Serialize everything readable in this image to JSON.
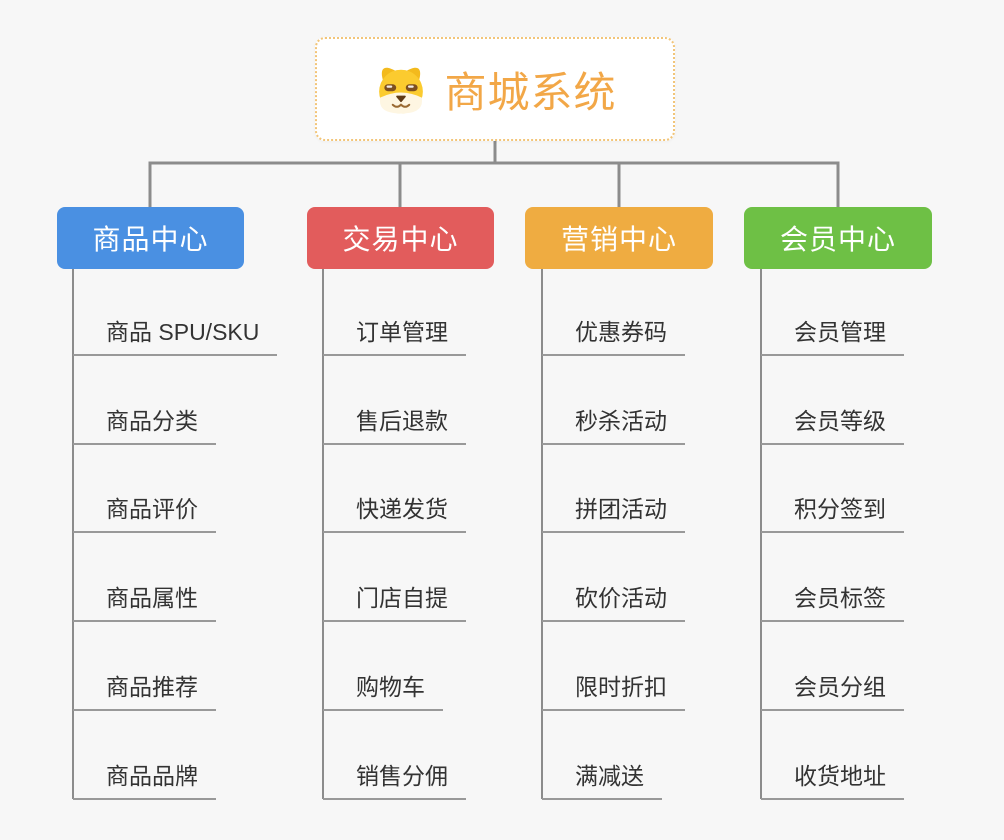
{
  "root": {
    "label": "商城系统",
    "icon": "dog-face-icon"
  },
  "branches": [
    {
      "label": "商品中心",
      "color": "#4A90E2",
      "items": [
        "商品 SPU/SKU",
        "商品分类",
        "商品评价",
        "商品属性",
        "商品推荐",
        "商品品牌"
      ]
    },
    {
      "label": "交易中心",
      "color": "#E25C5C",
      "items": [
        "订单管理",
        "售后退款",
        "快递发货",
        "门店自提",
        "购物车",
        "销售分佣"
      ]
    },
    {
      "label": "营销中心",
      "color": "#EFAC41",
      "items": [
        "优惠券码",
        "秒杀活动",
        "拼团活动",
        "砍价活动",
        "限时折扣",
        "满减送"
      ]
    },
    {
      "label": "会员中心",
      "color": "#6EC045",
      "items": [
        "会员管理",
        "会员等级",
        "积分签到",
        "会员标签",
        "会员分组",
        "收货地址"
      ]
    }
  ],
  "colors": {
    "root_accent": "#F2A747",
    "root_border": "#F2C579",
    "connector": "#8C8C8C",
    "leaf_underline": "#999999",
    "leaf_text": "#333333",
    "background": "#F7F7F7"
  }
}
